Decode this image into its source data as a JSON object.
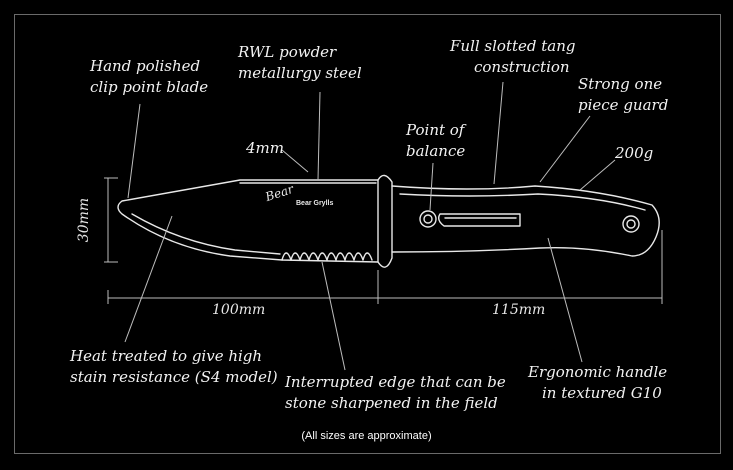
{
  "labels": {
    "blade": [
      "Hand polished",
      "clip point blade"
    ],
    "steel": [
      "RWL powder",
      "metallurgy steel"
    ],
    "tang": [
      "Full slotted tang",
      "construction"
    ],
    "guard": [
      "Strong one",
      "piece guard"
    ],
    "balance": [
      "Point of",
      "balance"
    ],
    "thickness": "4mm",
    "weight": "200g",
    "height": "30mm",
    "blade_length": "100mm",
    "handle_length": "115mm",
    "heat": [
      "Heat treated to give high",
      "stain resistance (S4 model)"
    ],
    "edge": [
      "Interrupted edge that can be",
      "stone sharpened in the field"
    ],
    "handle": [
      "Ergonomic handle",
      "in textured G10"
    ]
  },
  "brand": {
    "signature": "Bear",
    "name": "Bear Grylls"
  },
  "footer": "(All sizes are approximate)"
}
